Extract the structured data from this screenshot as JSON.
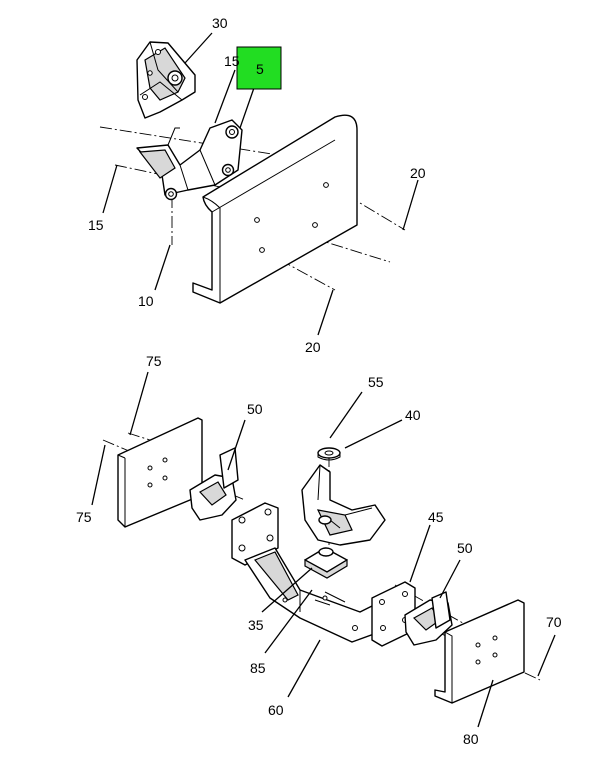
{
  "highlight_color": "#22dd22",
  "callouts": {
    "c30": "30",
    "c15a": "15",
    "c5": "5",
    "c20a": "20",
    "c15b": "15",
    "c10": "10",
    "c20b": "20",
    "c75a": "75",
    "c75b": "75",
    "c50a": "50",
    "c55": "55",
    "c40": "40",
    "c45": "45",
    "c50b": "50",
    "c35": "35",
    "c85": "85",
    "c70": "70",
    "c60": "60",
    "c80": "80"
  }
}
